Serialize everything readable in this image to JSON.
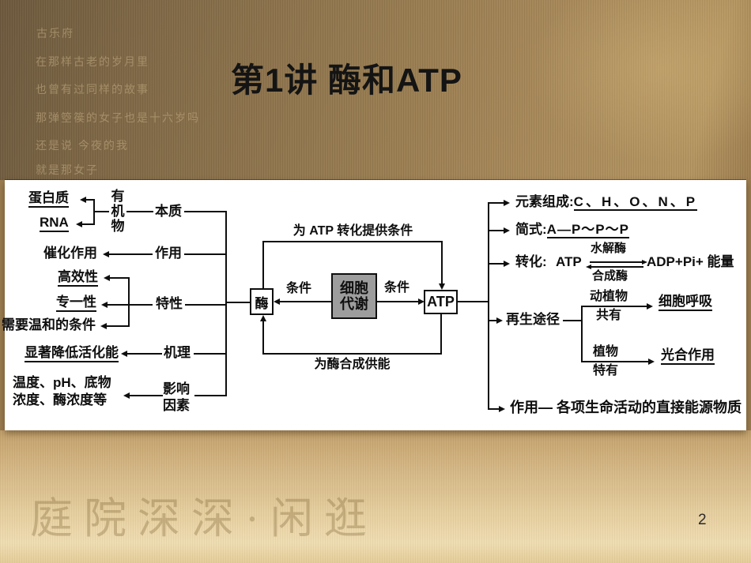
{
  "slide": {
    "title": "第1讲 酶和ATP",
    "page_number": "2"
  },
  "background": {
    "poem_lines": [
      "古乐府",
      "在那样古老的岁月里",
      "也曾有过同样的故事",
      "那弹箜篌的女子也是十六岁吗",
      "还是说 今夜的我",
      "就是那女子"
    ],
    "footer_calligraphy": "庭院深深·闲逛"
  },
  "colors": {
    "panel_white": "#ffffff",
    "diagram_ink": "#0e0e0e",
    "metabolism_box_gray": "#9d9d9d",
    "top_band_brown": "#8e744c",
    "bottom_band_tan": "#e6cf9f"
  },
  "enzyme_branch": {
    "nature": {
      "label": "本质",
      "via": "有机物",
      "items": [
        "蛋白质",
        "RNA"
      ]
    },
    "function": {
      "label": "作用",
      "value": "催化作用"
    },
    "traits": {
      "label": "特性",
      "items": [
        "高效性",
        "专一性",
        "需要温和的条件"
      ]
    },
    "mechanism": {
      "label": "机理",
      "value": "显著降低活化能"
    },
    "factors": {
      "label": "影响因素",
      "value": "温度、pH、底物浓度、酶浓度等"
    }
  },
  "center": {
    "enzyme_box": "酶",
    "metabolism_box": "细胞代谢",
    "atp_box": "ATP",
    "condition_left": "条件",
    "condition_right": "条件",
    "top_loop_label": "为 ATP 转化提供条件",
    "bottom_loop_label": "为酶合成供能"
  },
  "atp_branch": {
    "elements": {
      "label": "元素组成:",
      "value": "C、H、O、N、P"
    },
    "formula": {
      "label": "简式:",
      "value": "A—P～P～P"
    },
    "conversion": {
      "label": "转化:",
      "substrate": "ATP",
      "forward_enzyme": "水解酶",
      "reverse_enzyme": "合成酶",
      "products": "ADP+Pi+ 能量"
    },
    "regeneration": {
      "label": "再生途径",
      "branches": [
        {
          "condition": "动植物共有",
          "result": "细胞呼吸"
        },
        {
          "condition": "植物特有",
          "result": "光合作用"
        }
      ]
    },
    "role": {
      "label": "作用",
      "connector": "—",
      "value": "各项生命活动的直接能源物质"
    }
  }
}
